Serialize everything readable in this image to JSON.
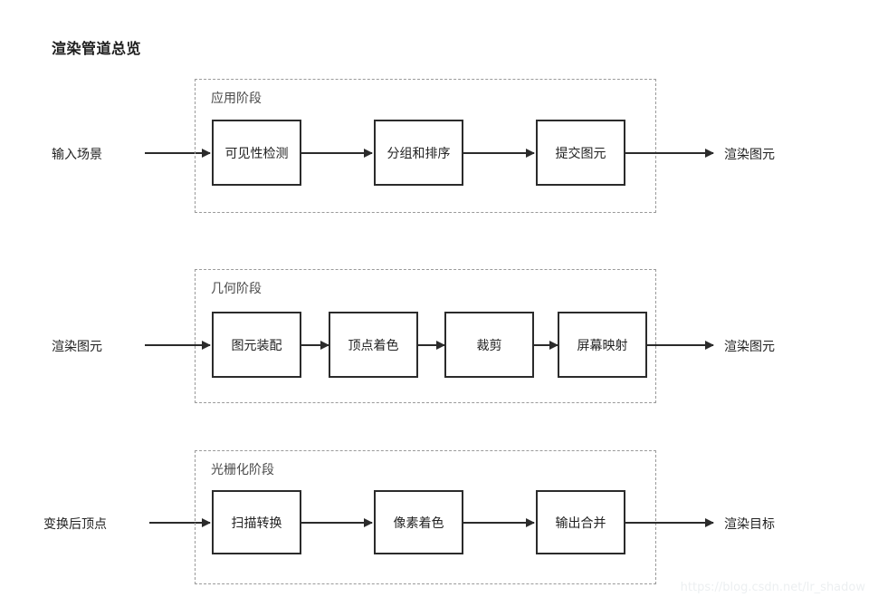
{
  "page": {
    "title": "渲染管道总览",
    "watermark": "https://blog.csdn.net/lr_shadow",
    "colors": {
      "node_border": "#2b2b2b",
      "group_border": "#9a9a9a",
      "arrow": "#2b2b2b",
      "text": "#222222",
      "stage_label": "#4a4a4a",
      "background": "#ffffff",
      "watermark": "#eceff1"
    }
  },
  "diagram": {
    "type": "flowchart",
    "direction": "left-to-right",
    "rows": [
      {
        "stage_label": "应用阶段",
        "input_label": "输入场景",
        "output_label": "渲染图元",
        "nodes": [
          {
            "label": "可见性检测"
          },
          {
            "label": "分组和排序"
          },
          {
            "label": "提交图元"
          }
        ]
      },
      {
        "stage_label": "几何阶段",
        "input_label": "渲染图元",
        "output_label": "渲染图元",
        "nodes": [
          {
            "label": "图元装配"
          },
          {
            "label": "顶点着色"
          },
          {
            "label": "裁剪"
          },
          {
            "label": "屏幕映射"
          }
        ]
      },
      {
        "stage_label": "光栅化阶段",
        "input_label": "变换后顶点",
        "output_label": "渲染目标",
        "nodes": [
          {
            "label": "扫描转换"
          },
          {
            "label": "像素着色"
          },
          {
            "label": "输出合并"
          }
        ]
      }
    ]
  }
}
